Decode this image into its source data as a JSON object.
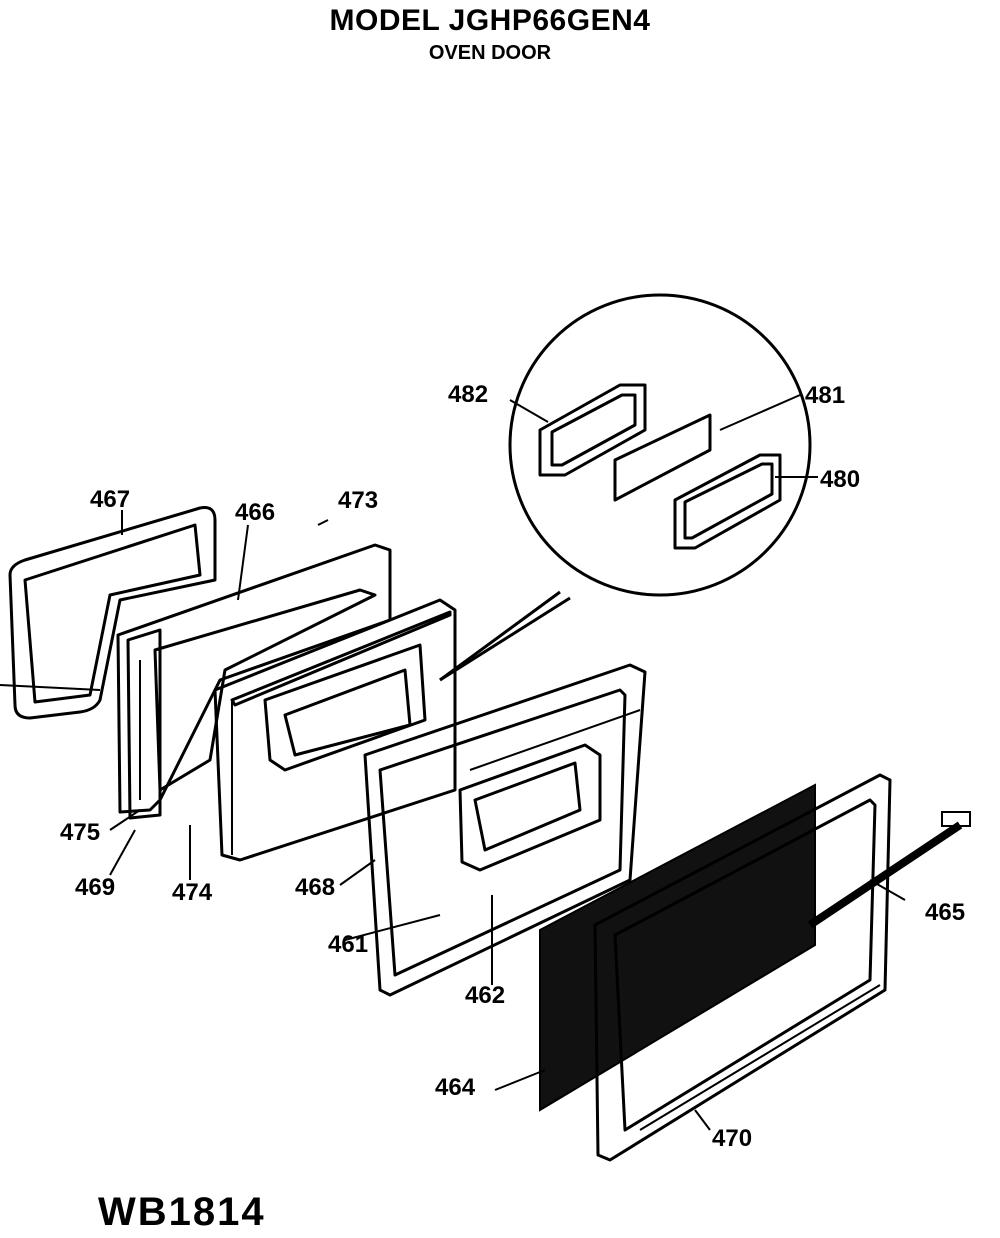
{
  "header": {
    "model": "MODEL JGHP66GEN4",
    "section": "OVEN DOOR"
  },
  "footer": {
    "code": "WB1814"
  },
  "parts": [
    {
      "id": "p480",
      "label": "480"
    },
    {
      "id": "p481a",
      "label": "481"
    },
    {
      "id": "p482",
      "label": "482"
    },
    {
      "id": "p467",
      "label": "467"
    },
    {
      "id": "p466",
      "label": "466"
    },
    {
      "id": "p473",
      "label": "473"
    },
    {
      "id": "p475",
      "label": "475"
    },
    {
      "id": "p469",
      "label": "469"
    },
    {
      "id": "p474",
      "label": "474"
    },
    {
      "id": "p468",
      "label": "468"
    },
    {
      "id": "p481b",
      "label": "461"
    },
    {
      "id": "p462",
      "label": "462"
    },
    {
      "id": "p465",
      "label": "465"
    },
    {
      "id": "p464",
      "label": "464"
    },
    {
      "id": "p470",
      "label": "470"
    }
  ]
}
